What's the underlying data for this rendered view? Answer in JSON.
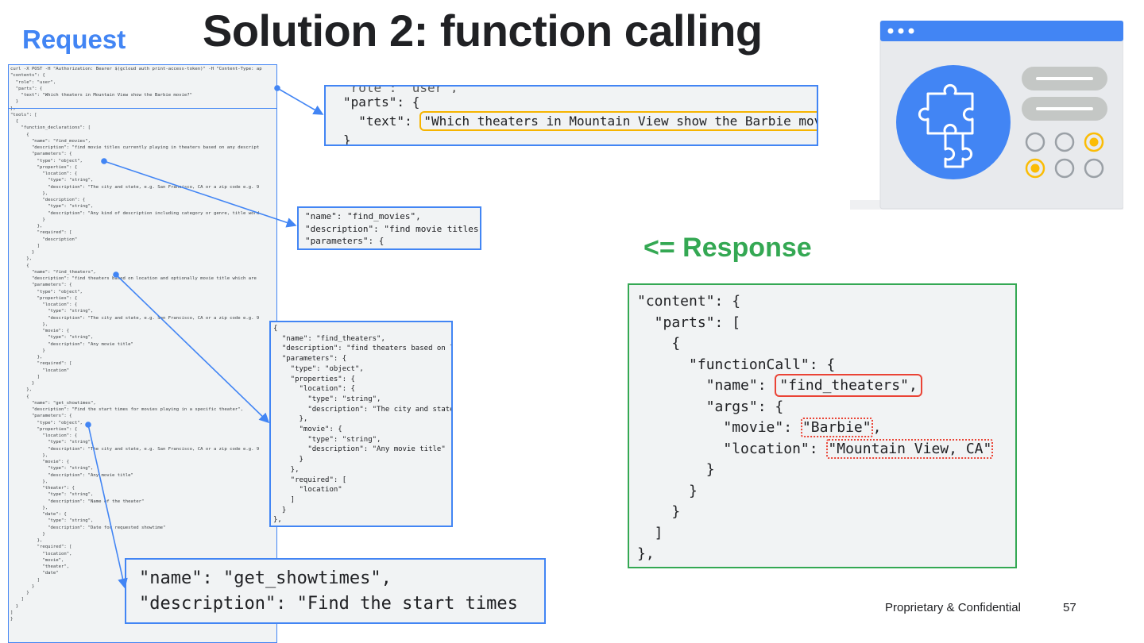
{
  "slide": {
    "title": "Solution 2: function calling",
    "request_label": "Request",
    "response_label": "<= Response",
    "footer": "Proprietary & Confidential",
    "page_number": "57"
  },
  "request_code": "curl -X POST -H \"Authorization: Bearer $(gcloud auth print-access-token)\" -H \"Content-Type: ap\n\"contents\": {\n  \"role\": \"user\",\n  \"parts\": {\n    \"text\": \"Which theaters in Mountain View show the Barbie movie?\"\n  }\n},\n\"tools\": [\n  {\n    \"function_declarations\": [\n      {\n        \"name\": \"find_movies\",\n        \"description\": \"find movie titles currently playing in theaters based on any descript\n        \"parameters\": {\n          \"type\": \"object\",\n          \"properties\": {\n            \"location\": {\n              \"type\": \"string\",\n              \"description\": \"The city and state, e.g. San Francisco, CA or a zip code e.g. 9\n            },\n            \"description\": {\n              \"type\": \"string\",\n              \"description\": \"Any kind of description including category or genre, title word\n            }\n          },\n          \"required\": [\n            \"description\"\n          ]\n        }\n      },\n      {\n        \"name\": \"find_theaters\",\n        \"description\": \"find theaters based on location and optionally movie title which are\n        \"parameters\": {\n          \"type\": \"object\",\n          \"properties\": {\n            \"location\": {\n              \"type\": \"string\",\n              \"description\": \"The city and state, e.g. San Francisco, CA or a zip code e.g. 9\n            },\n            \"movie\": {\n              \"type\": \"string\",\n              \"description\": \"Any movie title\"\n            }\n          },\n          \"required\": [\n            \"location\"\n          ]\n        }\n      },\n      {\n        \"name\": \"get_showtimes\",\n        \"description\": \"Find the start times for movies playing in a specific theater\",\n        \"parameters\": {\n          \"type\": \"object\",\n          \"properties\": {\n            \"location\": {\n              \"type\": \"string\",\n              \"description\": \"The city and state, e.g. San Francisco, CA or a zip code e.g. 9\n            },\n            \"movie\": {\n              \"type\": \"string\",\n              \"description\": \"Any movie title\"\n            },\n            \"theater\": {\n              \"type\": \"string\",\n              \"description\": \"Name of the theater\"\n            },\n            \"date\": {\n              \"type\": \"string\",\n              \"description\": \"Date for requested showtime\"\n            }\n          },\n          \"required\": [\n            \"location\",\n            \"movie\",\n            \"theater\",\n            \"date\"\n          ]\n        }\n      }\n    ]\n  }\n]\n}",
  "zoom_user": {
    "cut_line": "\"role\": \"user\",",
    "line1": "\"parts\": {",
    "text_key": "  \"text\": ",
    "text_value": "\"Which theaters in Mountain View show the Barbie movie?\"",
    "line3": "}"
  },
  "zoom_find_movies": "\"name\": \"find_movies\",\n\"description\": \"find movie titles\n\"parameters\": {",
  "zoom_find_theaters": "{\n  \"name\": \"find_theaters\",\n  \"description\": \"find theaters based on lo\n  \"parameters\": {\n    \"type\": \"object\",\n    \"properties\": {\n      \"location\": {\n        \"type\": \"string\",\n        \"description\": \"The city and state,\n      },\n      \"movie\": {\n        \"type\": \"string\",\n        \"description\": \"Any movie title\"\n      }\n    },\n    \"required\": [\n      \"location\"\n    ]\n  }\n},",
  "zoom_get_showtimes": "\"name\": \"get_showtimes\",\n\"description\": \"Find the start times",
  "response": {
    "l1": "\"content\": {",
    "l2": "  \"parts\": [",
    "l3": "    {",
    "l4": "      \"functionCall\": {",
    "l5_key": "        \"name\": ",
    "l5_val": "\"find_theaters\",",
    "l6": "        \"args\": {",
    "l7_key": "          \"movie\": ",
    "l7_val": "\"Barbie\"",
    "l7_tail": ",",
    "l8_key": "          \"location\": ",
    "l8_val": "\"Mountain View, CA\"",
    "l9": "        }",
    "l10": "      }",
    "l11": "    }",
    "l12": "  ]",
    "l13": "},"
  },
  "colors": {
    "blue": "#4285f4",
    "green": "#34a853",
    "yellow": "#f6b400",
    "red": "#ea4335",
    "code_bg": "#f1f3f4"
  },
  "icons": [
    "puzzle-icon",
    "browser-window-illustration",
    "radio-button-icon"
  ]
}
